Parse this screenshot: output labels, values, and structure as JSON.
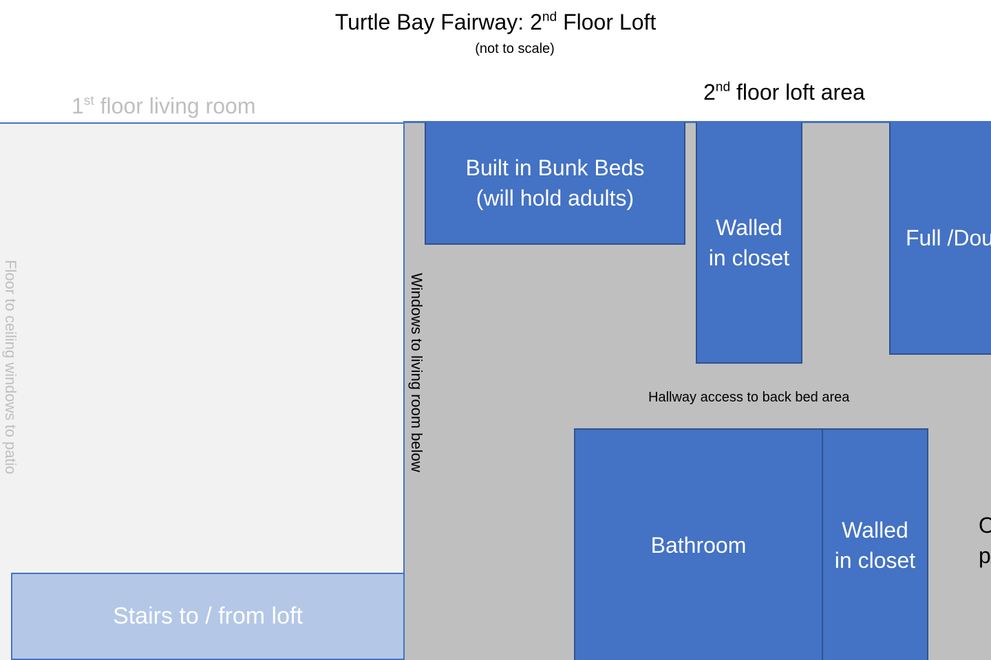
{
  "header": {
    "title_main": "Turtle Bay Fairway: 2",
    "title_sup": "nd",
    "title_tail": " Floor Loft",
    "subtitle": "(not to scale)"
  },
  "living_room": {
    "label_pre": "1",
    "label_sup": "st",
    "label_post": " floor living room",
    "side_label": "Floor to ceiling windows to patio",
    "stairs_label": "Stairs to / from loft"
  },
  "loft": {
    "label_pre": "2",
    "label_sup": "nd",
    "label_post": " floor loft area",
    "windows_label": "Windows to living room below",
    "hallway_label": "Hallway access to back bed area",
    "rooms": {
      "bunk_line1": "Built in Bunk Beds",
      "bunk_line2": "(will hold adults)",
      "closet1_line1": "Walled",
      "closet1_line2": "in closet",
      "full_label": "Full /Dou",
      "bathroom": "Bathroom",
      "closet2_line1": "Walled",
      "closet2_line2": "in closet",
      "partial_line1": "O",
      "partial_line2": "p"
    }
  },
  "colors": {
    "room_fill": "#4472c4",
    "loft_floor": "#bfbfbf",
    "living_floor": "#f2f2f2",
    "stairs_fill": "#b4c7e7",
    "muted_text": "#bfbfbf"
  }
}
